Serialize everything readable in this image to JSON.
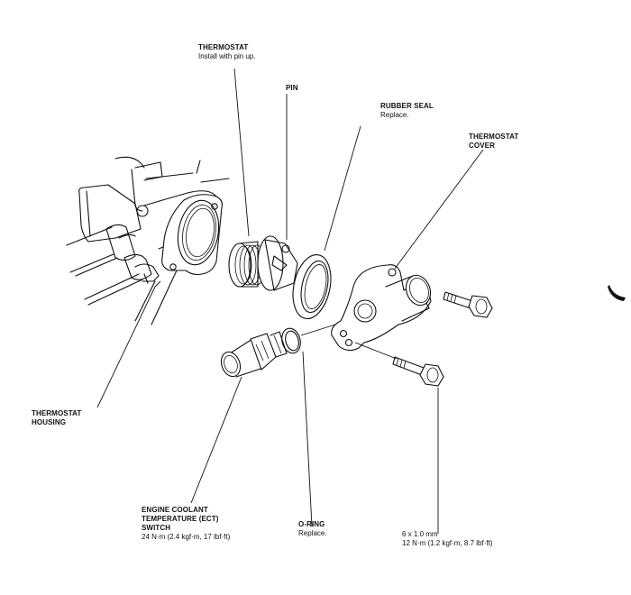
{
  "diagram": {
    "title": "Thermostat assembly exploded view",
    "labels": {
      "thermostat": {
        "title": "THERMOSTAT",
        "note": "Install with pin up."
      },
      "pin": {
        "title": "PIN"
      },
      "rubber_seal": {
        "title": "RUBBER SEAL",
        "note": "Replace."
      },
      "thermostat_cover": {
        "title_line1": "THERMOSTAT",
        "title_line2": "COVER"
      },
      "thermostat_housing": {
        "title_line1": "THERMOSTAT",
        "title_line2": "HOUSING"
      },
      "ect_switch": {
        "title_line1": "ENGINE COOLANT",
        "title_line2": "TEMPERATURE (ECT)",
        "title_line3": "SWITCH",
        "torque": "24 N·m (2.4 kgf·m, 17 lbf·ft)"
      },
      "o_ring": {
        "title": "O-RING",
        "note": "Replace."
      },
      "bolt": {
        "size": "6 x 1.0 mm",
        "torque": "12 N·m (1.2 kgf·m, 8.7 lbf·ft)"
      }
    },
    "components": [
      "thermostat-housing",
      "thermostat",
      "pin",
      "rubber-seal",
      "thermostat-cover",
      "ect-switch",
      "o-ring",
      "bolt-upper",
      "bolt-lower"
    ]
  }
}
